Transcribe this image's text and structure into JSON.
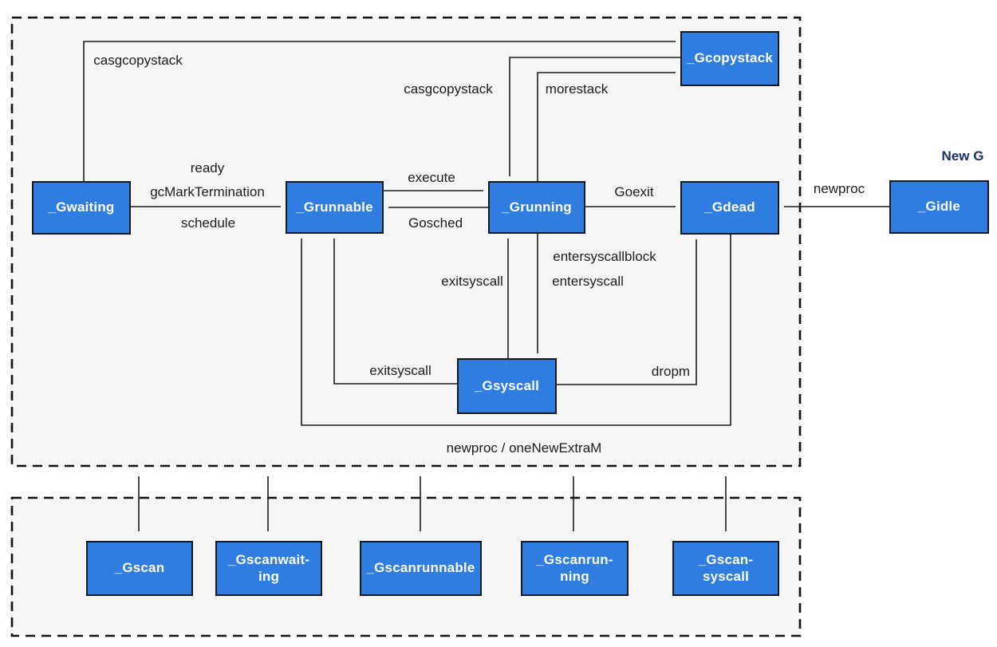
{
  "diagram": {
    "annotations": {
      "new_g": "New G"
    },
    "states": {
      "gwaiting": {
        "label": "_Gwaiting"
      },
      "grunnable": {
        "label": "_Grunnable"
      },
      "grunning": {
        "label": "_Grunning"
      },
      "gdead": {
        "label": "_Gdead"
      },
      "gidle": {
        "label": "_Gidle"
      },
      "gcopystack": {
        "label": "_Gcopystack"
      },
      "gsyscall": {
        "label": "_Gsyscall"
      },
      "gscan": {
        "label": "_Gscan"
      },
      "gscanwaiting": {
        "label": "_Gscanwait-\ning"
      },
      "gscanrunnable": {
        "label": "_Gscanrunnable"
      },
      "gscanrunning": {
        "label": "_Gscanrun-\nning"
      },
      "gscansyscall": {
        "label": "_Gscan-\nsyscall"
      }
    },
    "labels": {
      "casgcopystack_waiting": "casgcopystack",
      "casgcopystack_running": "casgcopystack",
      "morestack": "morestack",
      "ready": "ready",
      "gc_mark_termination": "gcMarkTermination",
      "schedule": "schedule",
      "execute": "execute",
      "gosched": "Gosched",
      "goexit": "Goexit",
      "newproc": "newproc",
      "entersyscallblock": "entersyscallblock",
      "entersyscall": "entersyscall",
      "exitsyscall_to_running": "exitsyscall",
      "exitsyscall_to_runnable": "exitsyscall",
      "dropm": "dropm",
      "newproc_one_new_extram": "newproc / oneNewExtraM"
    },
    "colors": {
      "box_fill": "#2f7de1",
      "box_border": "#15181c",
      "box_text": "#ffffff",
      "line": "#1c1c1c",
      "region_background": "#f6f6f6",
      "dashed_border": "#111111",
      "new_g_text": "#16306c"
    }
  }
}
